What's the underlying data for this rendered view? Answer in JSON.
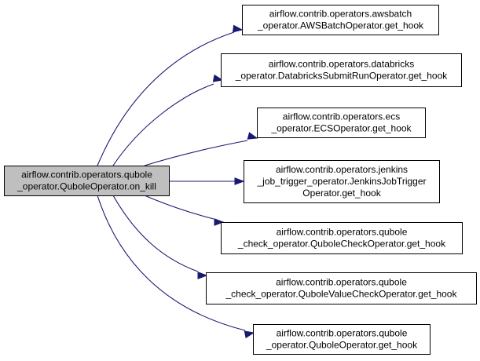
{
  "diagram": {
    "colors": {
      "edge": "#191970",
      "node_border": "#000000",
      "source_fill": "#bfbfbf",
      "target_fill": "#ffffff",
      "text": "#000000"
    },
    "source": {
      "lines": [
        "airflow.contrib.operators.qubole",
        "_operator.QuboleOperator.on_kill"
      ]
    },
    "targets": [
      {
        "lines": [
          "airflow.contrib.operators.awsbatch",
          "_operator.AWSBatchOperator.get_hook"
        ]
      },
      {
        "lines": [
          "airflow.contrib.operators.databricks",
          "_operator.DatabricksSubmitRunOperator.get_hook"
        ]
      },
      {
        "lines": [
          "airflow.contrib.operators.ecs",
          "_operator.ECSOperator.get_hook"
        ]
      },
      {
        "lines": [
          "airflow.contrib.operators.jenkins",
          "_job_trigger_operator.JenkinsJobTrigger",
          "Operator.get_hook"
        ]
      },
      {
        "lines": [
          "airflow.contrib.operators.qubole",
          "_check_operator.QuboleCheckOperator.get_hook"
        ]
      },
      {
        "lines": [
          "airflow.contrib.operators.qubole",
          "_check_operator.QuboleValueCheckOperator.get_hook"
        ]
      },
      {
        "lines": [
          "airflow.contrib.operators.qubole",
          "_operator.QuboleOperator.get_hook"
        ]
      }
    ]
  }
}
